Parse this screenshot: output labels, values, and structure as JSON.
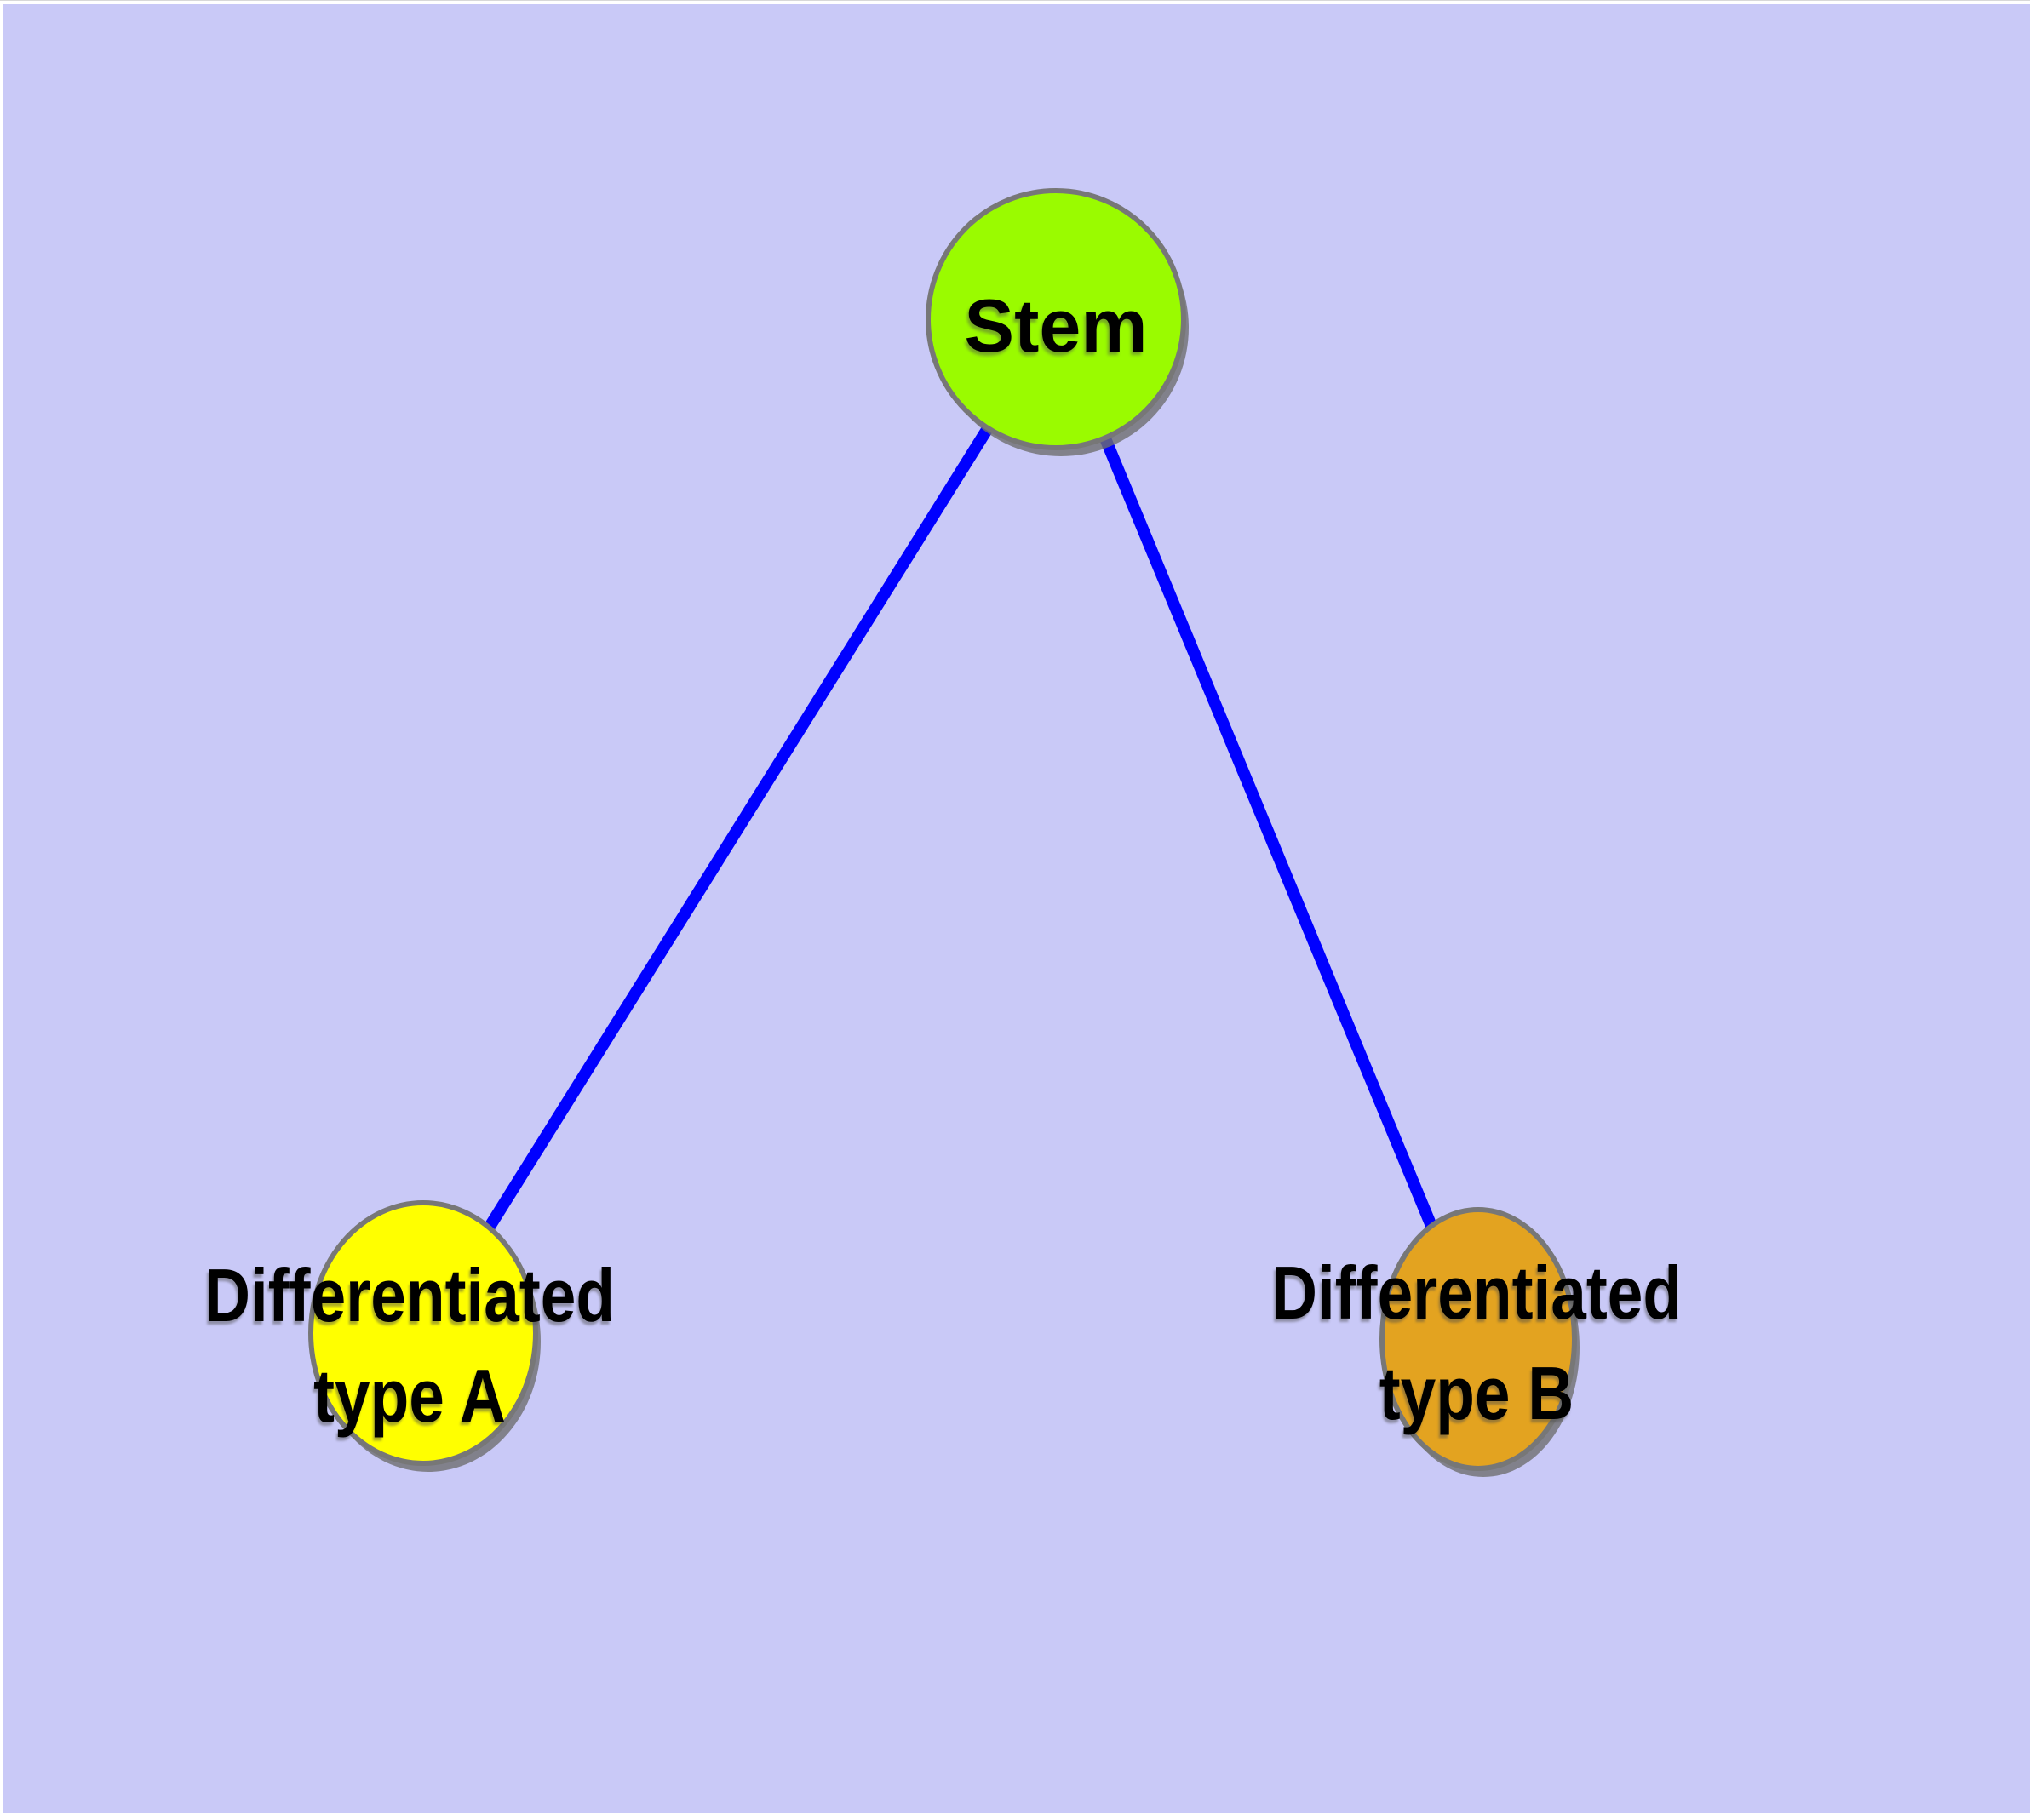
{
  "diagram": {
    "type": "node-link-graph",
    "background_color": "#C9C9F7",
    "node_border_color": "#777777",
    "shadow_color": "#6F6F6F",
    "text_color": "#000000",
    "nodes": [
      {
        "id": "stem",
        "label": "Stem",
        "fill": "#9AFB00"
      },
      {
        "id": "differentiated-type-a",
        "label": "Differentiated\ntype A",
        "fill": "#FFFF00"
      },
      {
        "id": "differentiated-type-b",
        "label": "Differentiated\ntype B",
        "fill": "#E3A320"
      }
    ],
    "edges": [
      {
        "from": "stem",
        "to": "differentiated-type-a",
        "color": "#0000FF"
      },
      {
        "from": "stem",
        "to": "differentiated-type-b",
        "color": "#0000FF"
      }
    ]
  }
}
